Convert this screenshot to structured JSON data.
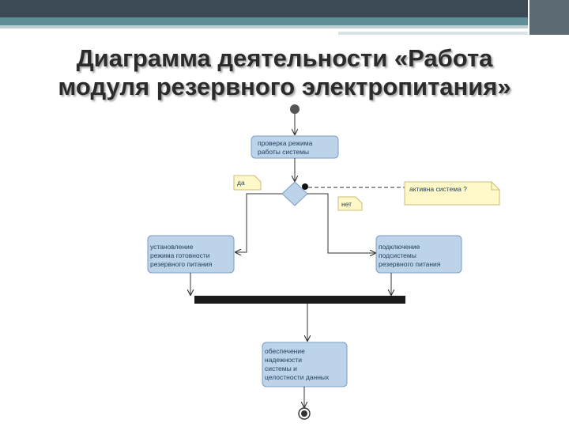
{
  "title": {
    "line1": "Диаграмма деятельности «Работа",
    "line2": "модуля резервного электропитания»"
  },
  "diagram": {
    "check_mode": [
      "проверка режима",
      "работы системы"
    ],
    "guard_yes": "да",
    "guard_no": "нет",
    "note": "активна система ?",
    "set_standby": [
      "установление",
      "режима готовности",
      "резервного питания"
    ],
    "connect_backup": [
      "подключение",
      "подсистемы",
      "резервного питания"
    ],
    "ensure_reliability": [
      "обеспечение",
      "надежности",
      "системы и",
      "целостности данных"
    ]
  },
  "colors": {
    "node_fill": "#bcd3ea",
    "node_stroke": "#7a9cc2",
    "note_fill": "#fff8c9",
    "bar": "#1a1a1a"
  }
}
